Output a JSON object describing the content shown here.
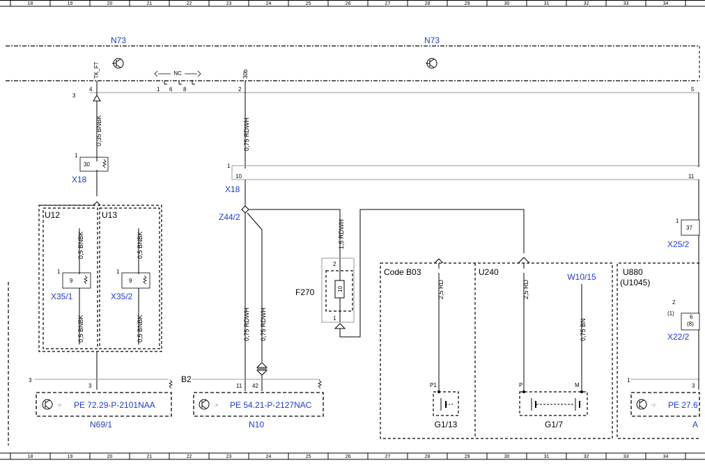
{
  "ruler": {
    "columns": [
      "18",
      "19",
      "20",
      "21",
      "22",
      "23",
      "24",
      "25",
      "26",
      "27",
      "28",
      "29",
      "30",
      "31",
      "32",
      "33",
      "34"
    ]
  },
  "modules": {
    "n73_left": "N73",
    "n73_right": "N73",
    "tk_ft": "TK_FT",
    "nc": "NC",
    "pin_30b": "30b"
  },
  "bus_pins": {
    "p3": "3",
    "p4": "4",
    "p1": "1",
    "p6": "6",
    "p8": "8",
    "p2": "2",
    "p5": "5"
  },
  "wires": {
    "w1": "0,35 BNBK",
    "w2": "0,75 RDWH",
    "w3": "1,5 RDWH",
    "w4": "0,5 BNBK",
    "w5": "0,5 BNBK",
    "w6": "0,5 BNBK",
    "w7": "0,5 BNBK",
    "w8": "0,75 RDWH",
    "w9": "0,75 RDWH",
    "w10": "2,5 RD",
    "w11": "2,5 RD",
    "w12": "0,75 BN"
  },
  "connectors": {
    "x18_a": "X18",
    "x18_a_pin": "30",
    "x18_a_num": "1",
    "x18_b": "X18",
    "x18_b_pin": "10",
    "x18_b_num": "1",
    "x18_b_pin_right": "11",
    "z44": "Z44/2",
    "x35_1": "X35/1",
    "x35_1_pin": "9",
    "x35_1_num": "1",
    "x35_2": "X35/2",
    "x35_2_pin": "9",
    "x35_2_num": "1",
    "x25": "X25/2",
    "x25_pin": "37",
    "x25_num": "1",
    "x22": "X22/2",
    "x22_pin_a": "6",
    "x22_pin_b": "(8)",
    "x22_num_a": "2",
    "x22_num_b": "(1)",
    "w10_15": "W10/15"
  },
  "groups": {
    "u12": "U12",
    "u13": "U13",
    "code_b03": "Code B03",
    "u240": "U240",
    "u880": "U880",
    "u1045": "(U1045)"
  },
  "fuse": {
    "name": "F270",
    "value": "10",
    "pin_top": "2",
    "pin_bottom": "1"
  },
  "grounds": {
    "g1_13": "G1/13",
    "g1_7": "G1/7",
    "p1": "P1",
    "p": "P",
    "m": "M"
  },
  "bottom_modules": {
    "n69_ref": "PE 72.29-P-2101NAA",
    "n69_name": "N69/1",
    "n69_pin_outer": "3",
    "n69_pin_inner": "3",
    "n10_ref": "PE 54.21-P-2127NAC",
    "n10_name": "N10",
    "n10_pin_outer": "B2",
    "n10_pin_a": "11",
    "n10_pin_b": "42",
    "a_ref": "PE 27.6",
    "a_name": "A",
    "a_pin_outer": "1",
    "a_pin_inner": "3"
  },
  "colors": {
    "line": "#000000",
    "reference": "#1f3bcc",
    "grid": "#9a9a9a"
  }
}
